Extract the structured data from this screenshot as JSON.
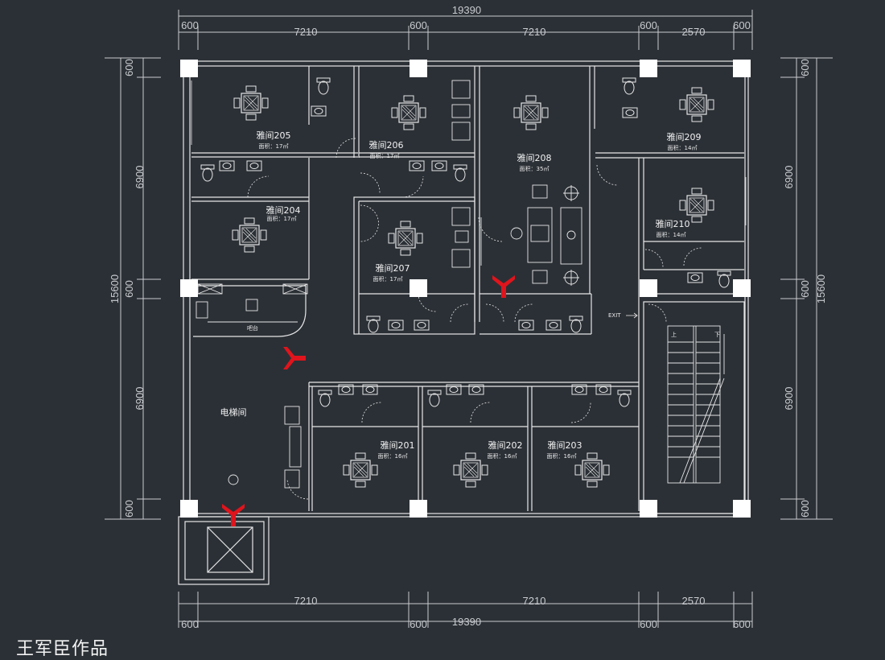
{
  "dims": {
    "top_total": "19390",
    "top": [
      "600",
      "7210",
      "600",
      "7210",
      "600",
      "2570",
      "600"
    ],
    "bottom": [
      "7210",
      "7210",
      "2570"
    ],
    "bottom_row": [
      "600",
      "600",
      "19390",
      "600",
      "600"
    ],
    "left": [
      "600",
      "6900",
      "600",
      "15600",
      "6900",
      "600"
    ],
    "right": [
      "600",
      "6900",
      "600",
      "15600",
      "6900",
      "600"
    ]
  },
  "rooms": [
    {
      "name": "雅间205",
      "area": "面积：17㎡"
    },
    {
      "name": "雅间206",
      "area": "面积：17㎡"
    },
    {
      "name": "雅间208",
      "area": "面积：35㎡"
    },
    {
      "name": "雅间209",
      "area": "面积：14㎡"
    },
    {
      "name": "雅间204",
      "area": "面积：17㎡"
    },
    {
      "name": "雅间210",
      "area": "面积：14㎡"
    },
    {
      "name": "雅间207",
      "area": "面积：17㎡"
    },
    {
      "name": "雅间201",
      "area": "面积：16㎡"
    },
    {
      "name": "雅间202",
      "area": "面积：16㎡"
    },
    {
      "name": "雅间203",
      "area": "面积：16㎡"
    }
  ],
  "labels": {
    "elevator": "电梯间",
    "bar": "吧台",
    "exit": "EXIT",
    "stair_up": "上",
    "stair_down": "下",
    "author": "王军臣作品"
  },
  "colors": {
    "background": "#2b3036",
    "lines": "#e6e6e6",
    "markers": "#e0141c",
    "columns": "#ffffff"
  }
}
